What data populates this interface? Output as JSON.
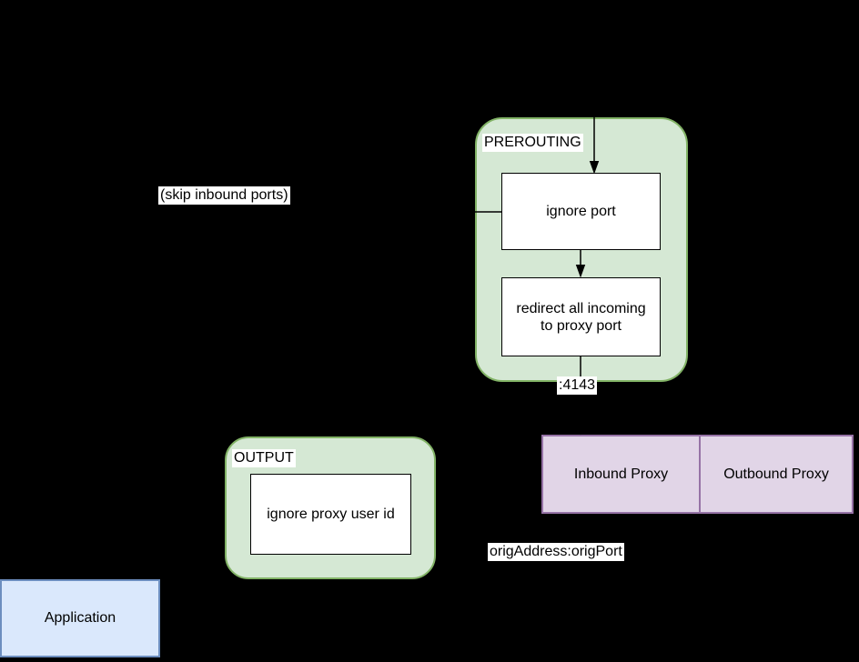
{
  "colors": {
    "background": "#000000",
    "chain_fill": "#d5e8d4",
    "chain_stroke": "#82b366",
    "proxy_fill": "#e1d5e7",
    "proxy_stroke": "#9673a6",
    "app_fill": "#dae8fc",
    "app_stroke": "#6c8ebf",
    "node_fill": "#ffffff",
    "node_stroke": "#000000",
    "connector": "#000000",
    "label_bg": "#ffffff",
    "text": "#000000"
  },
  "prerouting": {
    "title": "PREROUTING",
    "ignore_port": "ignore port",
    "redirect": "redirect all incoming to proxy port"
  },
  "output": {
    "title": "OUTPUT",
    "ignore_proxy_user_id": "ignore proxy user id"
  },
  "proxies": {
    "inbound": "Inbound Proxy",
    "outbound": "Outbound Proxy"
  },
  "application": {
    "label": "Application"
  },
  "annotations": {
    "skip_inbound_ports": "(skip inbound ports)",
    "proxy_port": ":4143",
    "orig_destination": "origAddress:origPort"
  }
}
